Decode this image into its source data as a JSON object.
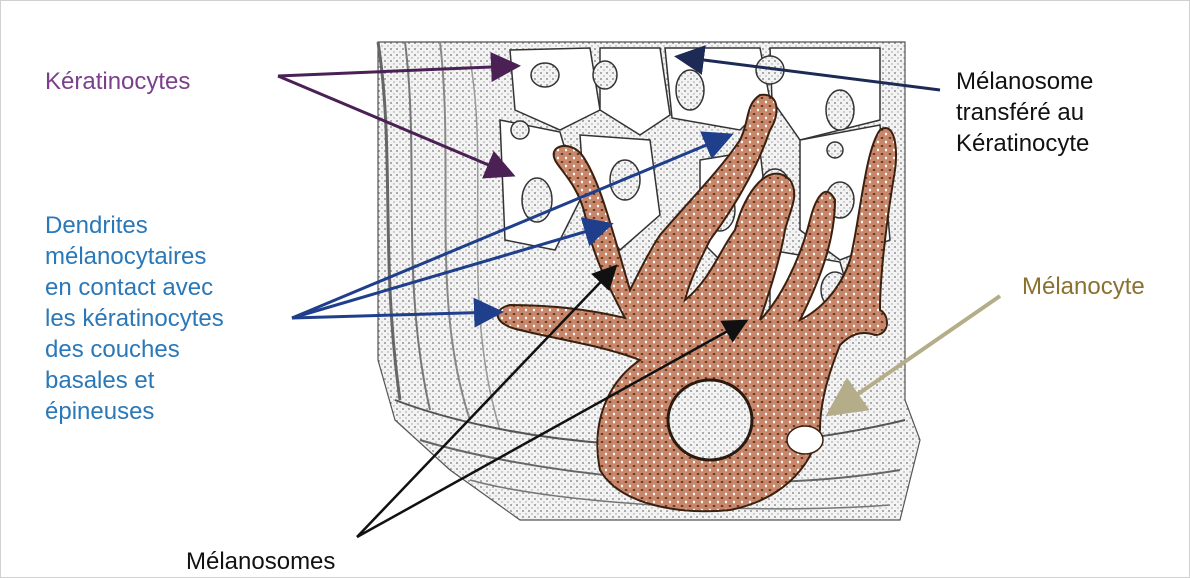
{
  "labels": {
    "keratinocytes": "Kératinocytes",
    "dendrites": "Dendrites\nmélanocytaires\nen contact avec\nles kératinocytes\ndes couches\nbasales et\népineuses",
    "melanosome_transfer": "Mélanosome\ntransféré au\nKératinocyte",
    "melanocyte": "Mélanocyte",
    "melanosomes": "Mélanosomes"
  },
  "colors": {
    "keratinocytes_label": "#7b3f8c",
    "dendrites_label": "#2a78b8",
    "melanocyte_label": "#8a7130",
    "melanocyte_fill": "#c8876a",
    "dendrite_arrows": "#1f3f8c",
    "keratinocyte_arrows": "#4a2055",
    "melanocyte_arrow": "#b5ad8a"
  }
}
